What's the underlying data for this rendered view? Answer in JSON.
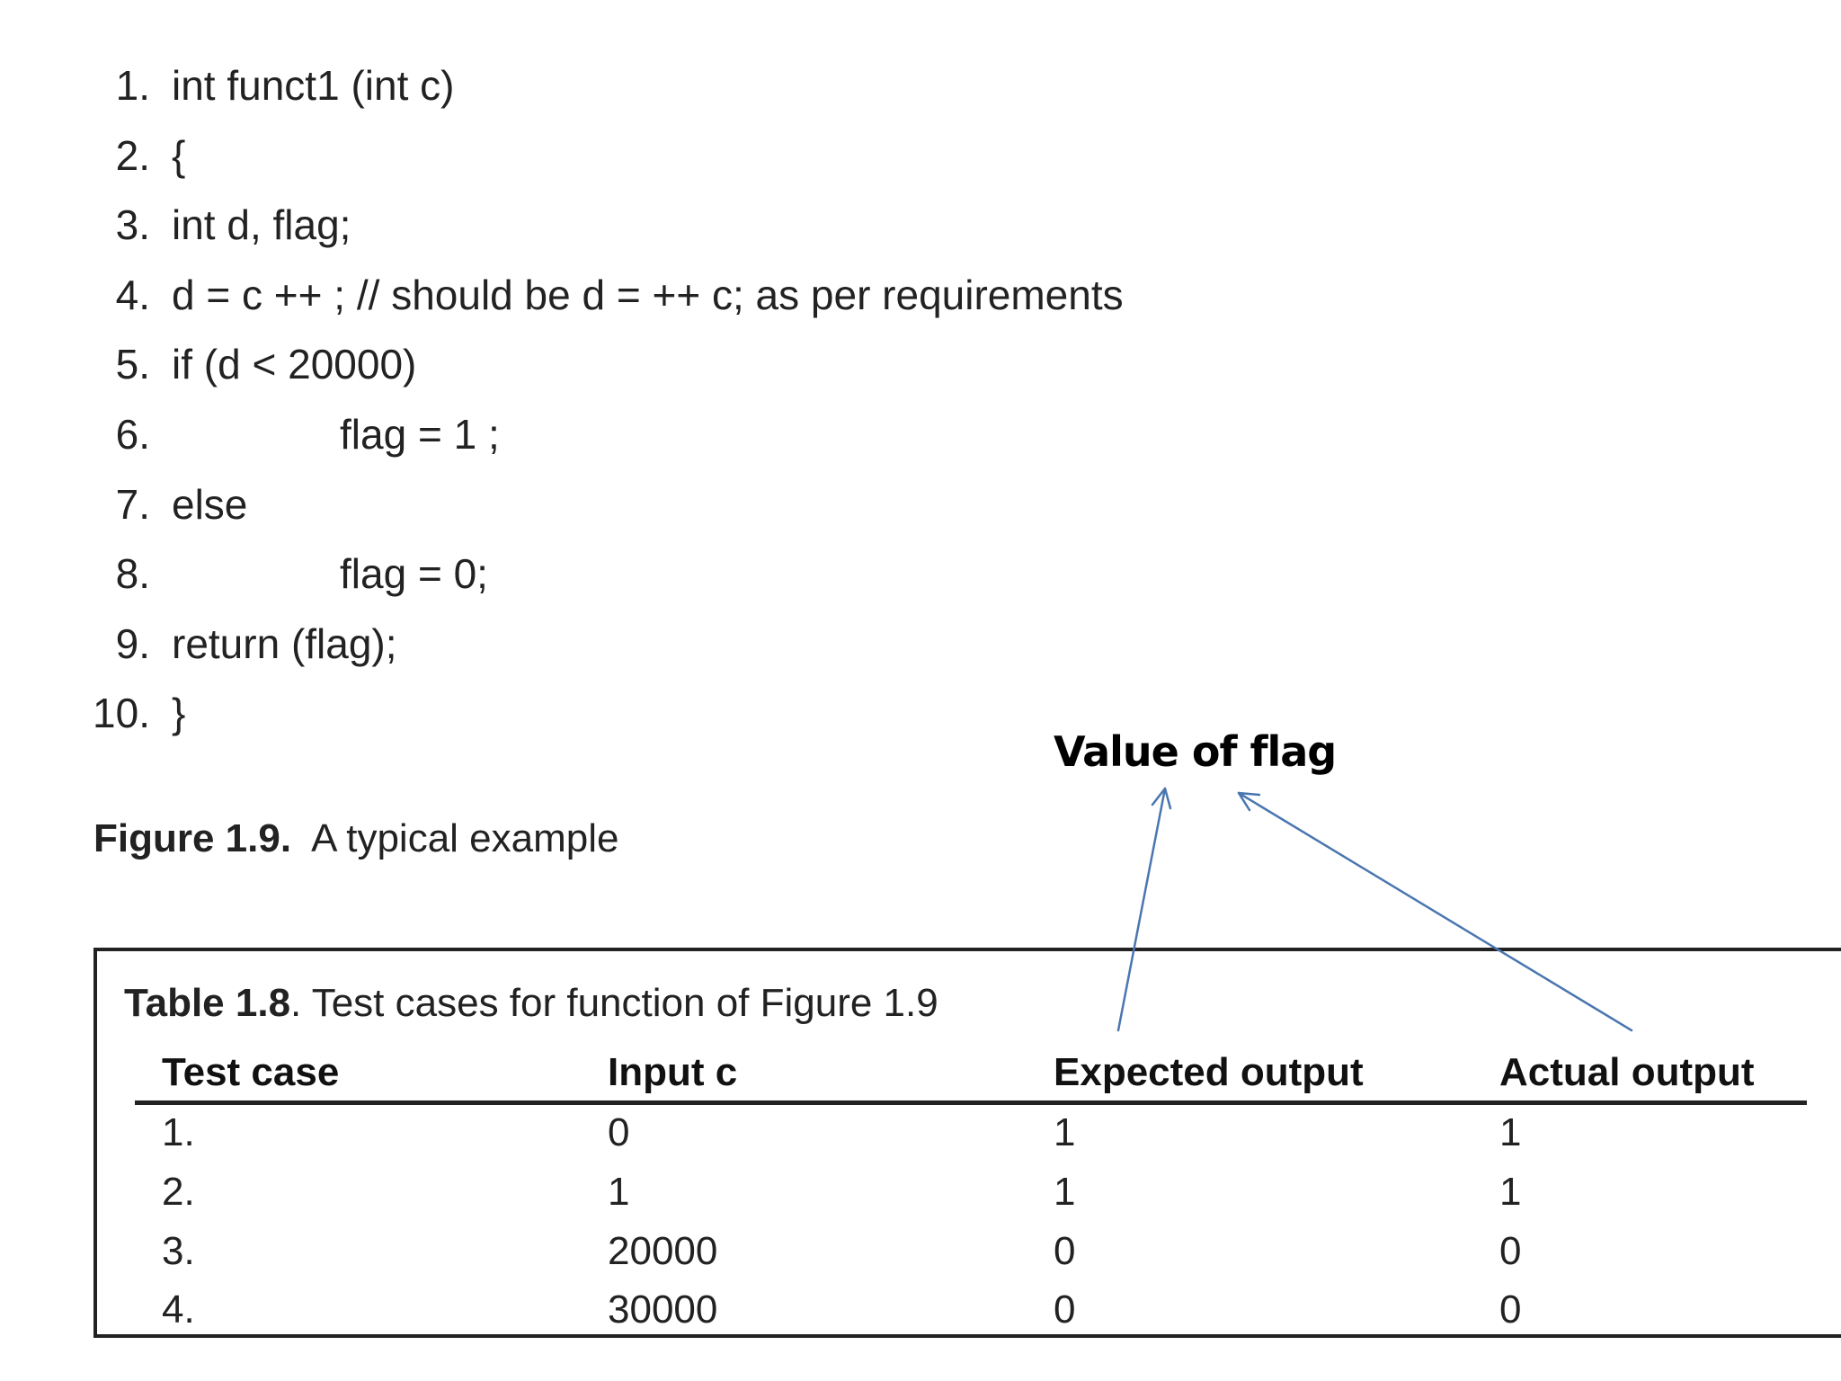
{
  "code_listing": [
    {
      "num": "1.",
      "code": "int funct1 (int c)",
      "indent": false
    },
    {
      "num": "2.",
      "code": "{",
      "indent": false
    },
    {
      "num": "3.",
      "code": "int d, flag;",
      "indent": false
    },
    {
      "num": "4.",
      "code": "d = c ++ ; // should be d = ++ c; as per requirements",
      "indent": false
    },
    {
      "num": "5.",
      "code": "if (d < 20000)",
      "indent": false
    },
    {
      "num": "6.",
      "code": "flag = 1 ;",
      "indent": true
    },
    {
      "num": "7.",
      "code": "else",
      "indent": false
    },
    {
      "num": "8.",
      "code": "flag = 0;",
      "indent": true
    },
    {
      "num": "9.",
      "code": "return (flag);",
      "indent": false
    },
    {
      "num": "10.",
      "code": "}",
      "indent": false
    }
  ],
  "figure_caption": {
    "label": "Figure 1.9.",
    "text": "A typical example"
  },
  "annotation": {
    "label": "Value of flag",
    "arrow_color": "#4a76b0"
  },
  "table": {
    "caption_label": "Table 1.8",
    "caption_text": ". Test cases for function of Figure 1.9",
    "headers": [
      "Test case",
      "Input c",
      "Expected output",
      "Actual output"
    ],
    "rows": [
      [
        "1.",
        "0",
        "1",
        "1"
      ],
      [
        "2.",
        "1",
        "1",
        "1"
      ],
      [
        "3.",
        "20000",
        "0",
        "0"
      ],
      [
        "4.",
        "30000",
        "0",
        "0"
      ]
    ]
  }
}
